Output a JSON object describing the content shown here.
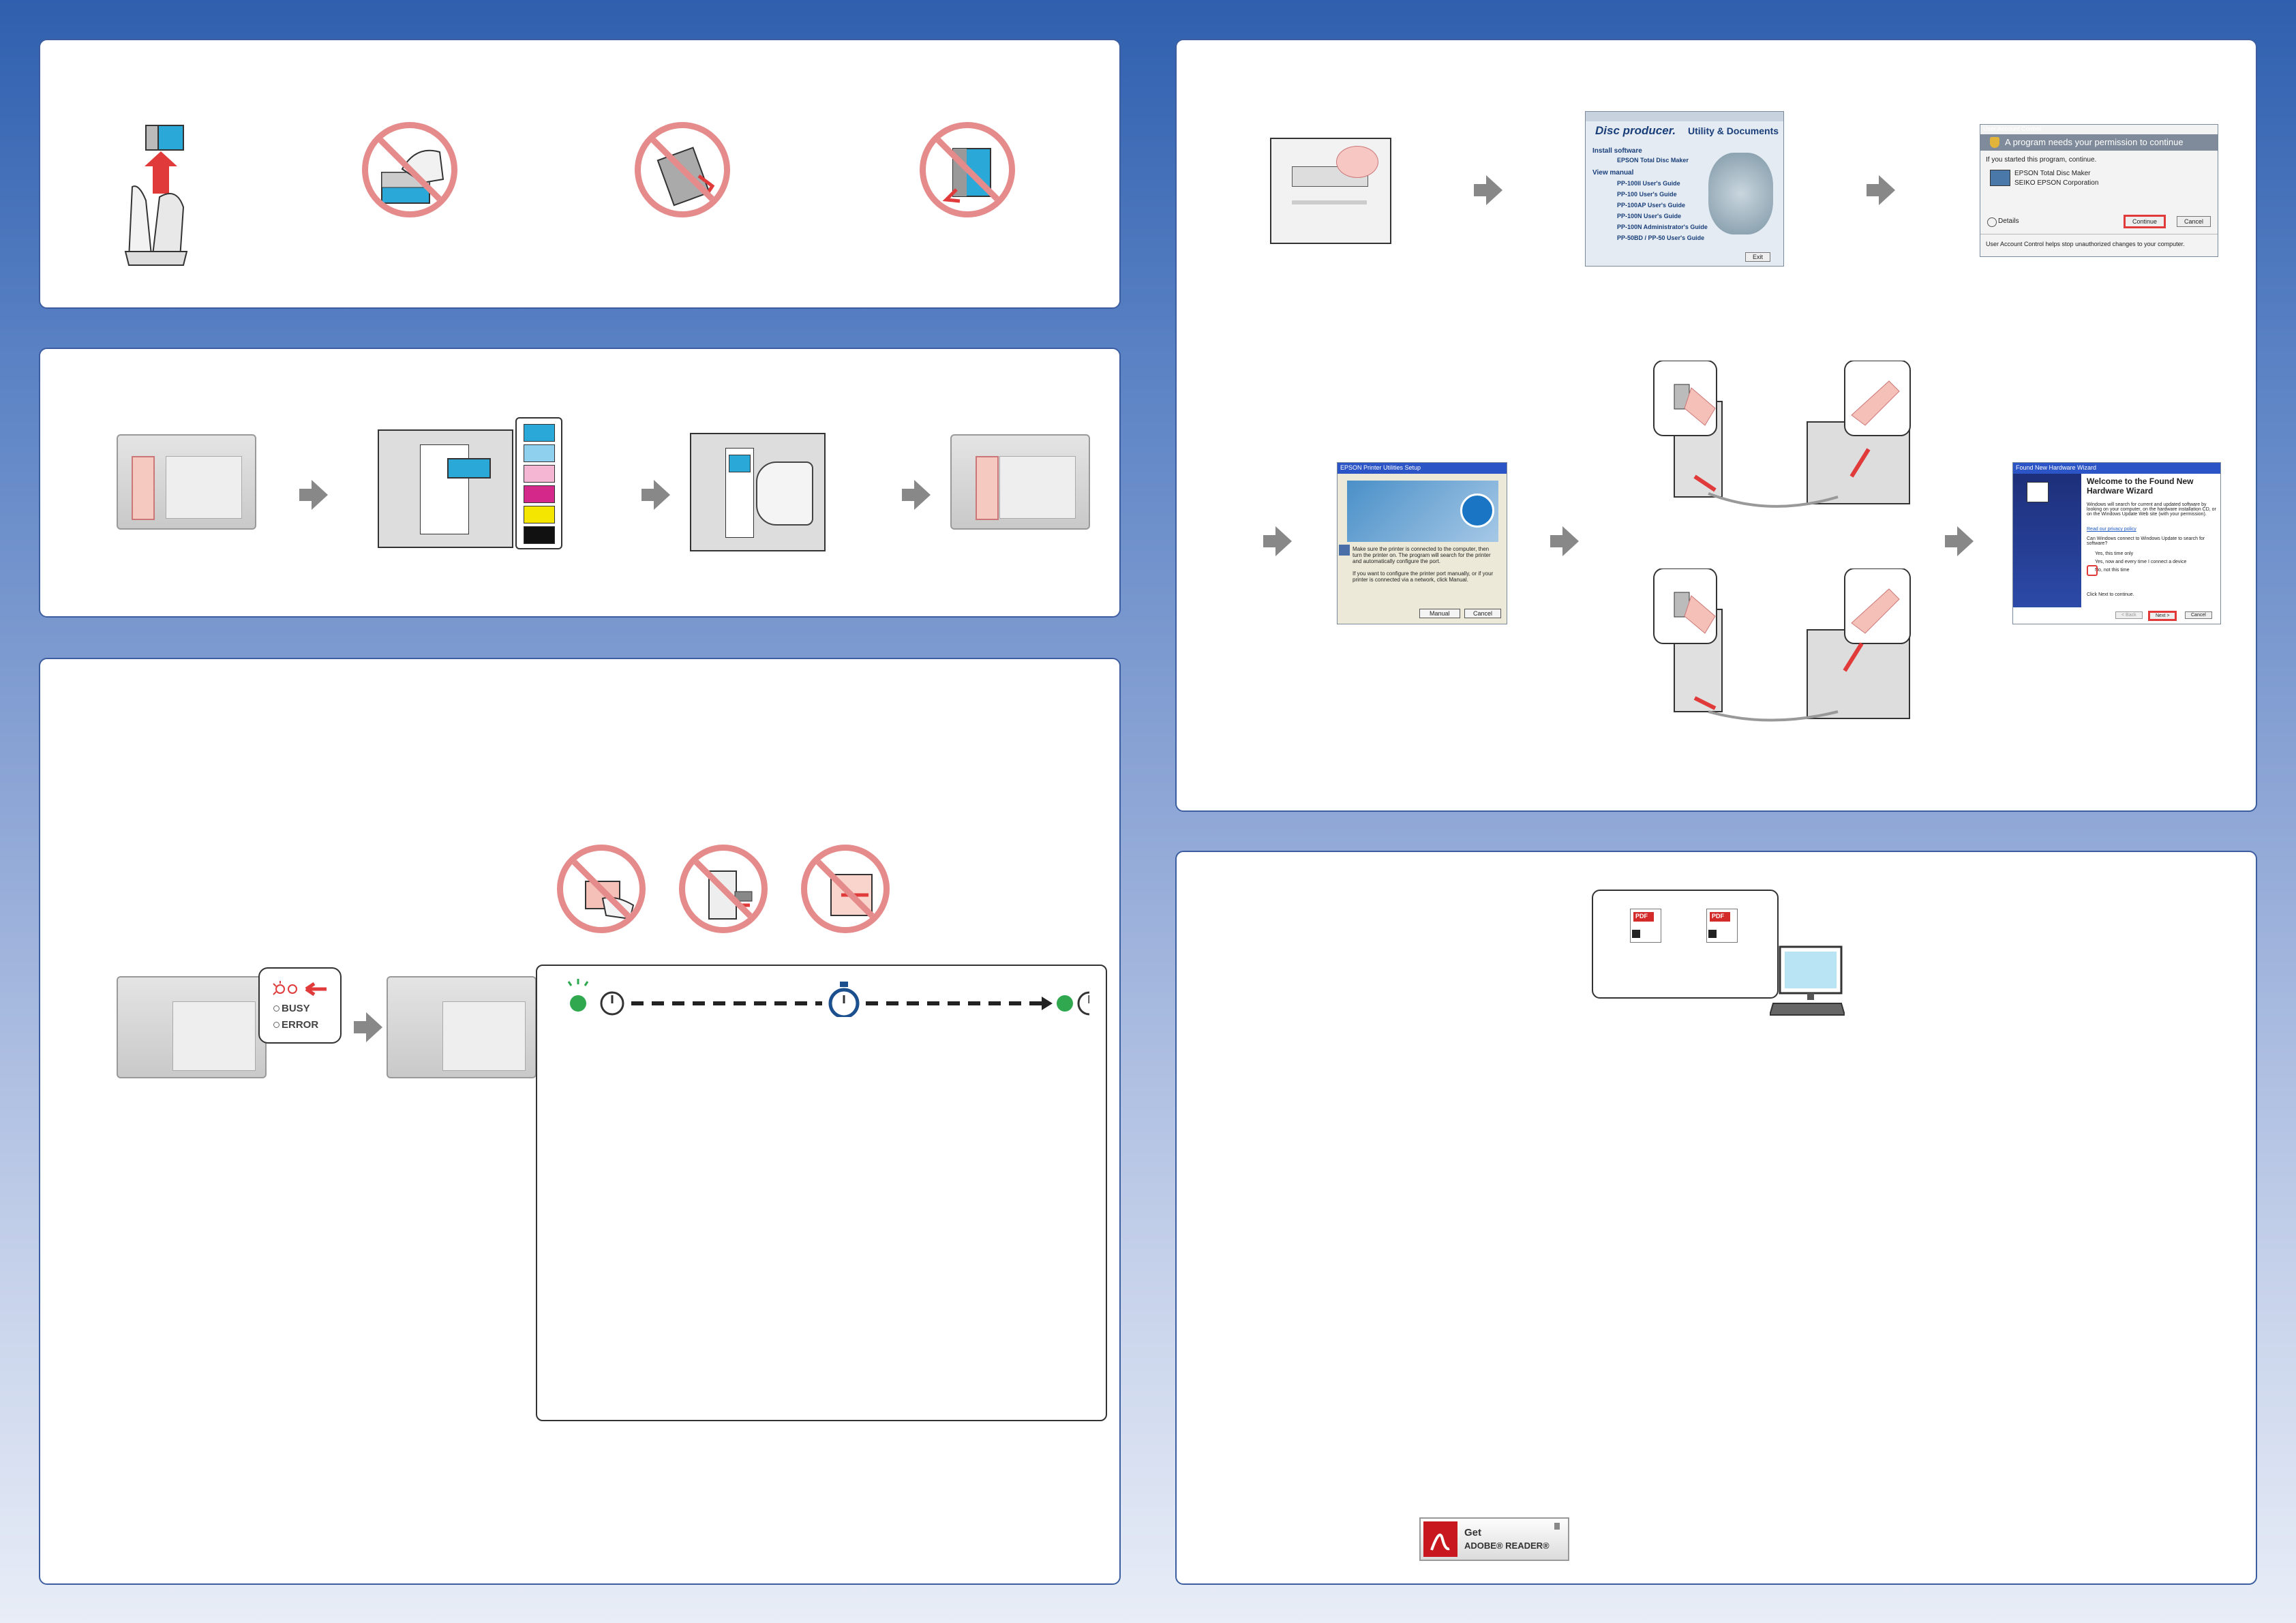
{
  "lights": {
    "busy": "BUSY",
    "error": "ERROR"
  },
  "menu": {
    "brand": "Disc producer.",
    "title": "Utility & Documents",
    "install_heading": "Install software",
    "install_items": [
      "EPSON Total Disc Maker"
    ],
    "manual_heading": "View manual",
    "manual_items": [
      "PP-100II User's Guide",
      "PP-100 User's Guide",
      "PP-100AP User's Guide",
      "PP-100N User's Guide",
      "PP-100N Administrator's Guide",
      "PP-50BD / PP-50 User's Guide"
    ],
    "exit": "Exit"
  },
  "uac": {
    "title": "User Account Control",
    "heading": "A program needs your permission to continue",
    "body": "If you started this program, continue.",
    "program": "EPSON Total Disc Maker",
    "publisher": "SEIKO EPSON Corporation",
    "details": "Details",
    "continue": "Continue",
    "cancel": "Cancel",
    "footer": "User Account Control helps stop unauthorized changes to your computer."
  },
  "epson_setup": {
    "title": "EPSON Printer Utilities Setup",
    "text1": "Make sure the printer is connected to the computer, then turn the printer on. The program will search for the printer and automatically configure the port.",
    "text2": "If you want to configure the printer port manually, or if your printer is connected via a network, click Manual.",
    "manual": "Manual",
    "cancel": "Cancel"
  },
  "wizard": {
    "title": "Found New Hardware Wizard",
    "heading": "Welcome to the Found New Hardware Wizard",
    "text": "Windows will search for current and updated software by looking on your computer, on the hardware installation CD, or on the Windows Update Web site (with your permission).",
    "privacy": "Read our privacy policy",
    "question": "Can Windows connect to Windows Update to search for software?",
    "options": [
      "Yes, this time only",
      "Yes, now and every time I connect a device",
      "No, not this time"
    ],
    "footer": "Click Next to continue.",
    "back": "< Back",
    "next": "Next >",
    "cancel": "Cancel"
  },
  "pdf_label": "PDF",
  "adobe": {
    "get": "Get",
    "reader": "ADOBE® READER®"
  },
  "colors": {
    "panel_border": "#3c5ea0",
    "prohibit": "#e58b8b",
    "arrow": "#888888",
    "red_arrow": "#e03a3a",
    "led_green": "#2fa84f"
  }
}
